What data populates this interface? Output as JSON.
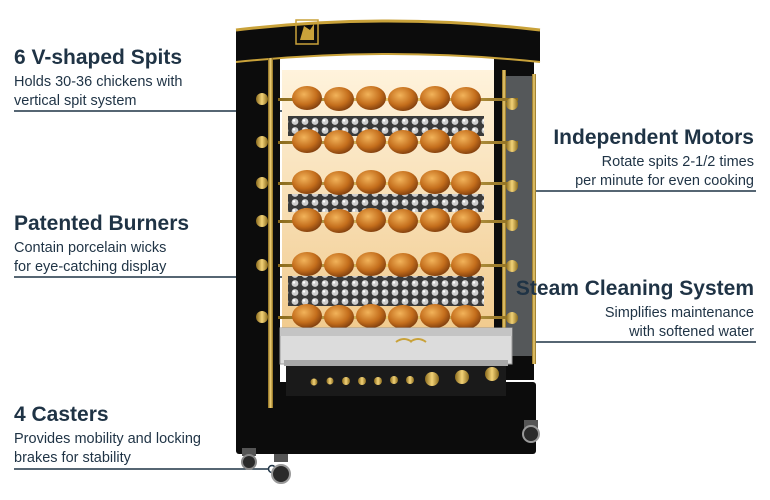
{
  "callouts": {
    "spits": {
      "title": "6 V-shaped Spits",
      "desc": "Holds 30-36 chickens with\nvertical spit system"
    },
    "burners": {
      "title": "Patented Burners",
      "desc": "Contain porcelain wicks\nfor eye-catching display"
    },
    "casters": {
      "title": "4 Casters",
      "desc": "Provides mobility and locking\nbrakes for stability"
    },
    "motors": {
      "title": "Independent Motors",
      "desc": "Rotate spits 2-1/2 times\nper minute for even cooking"
    },
    "steam": {
      "title": "Steam Cleaning System",
      "desc": "Simplifies maintenance\nwith softened water"
    }
  },
  "colors": {
    "text": "#1f3345",
    "cabinet": "#0c0c0c",
    "brass": "#c9a23a",
    "chicken": "#c77a22",
    "glow": "#f4d9a6"
  },
  "icons": {
    "logo": "rooster-logo-icon",
    "knob": "control-knob-icon",
    "wheel": "caster-wheel-icon"
  }
}
